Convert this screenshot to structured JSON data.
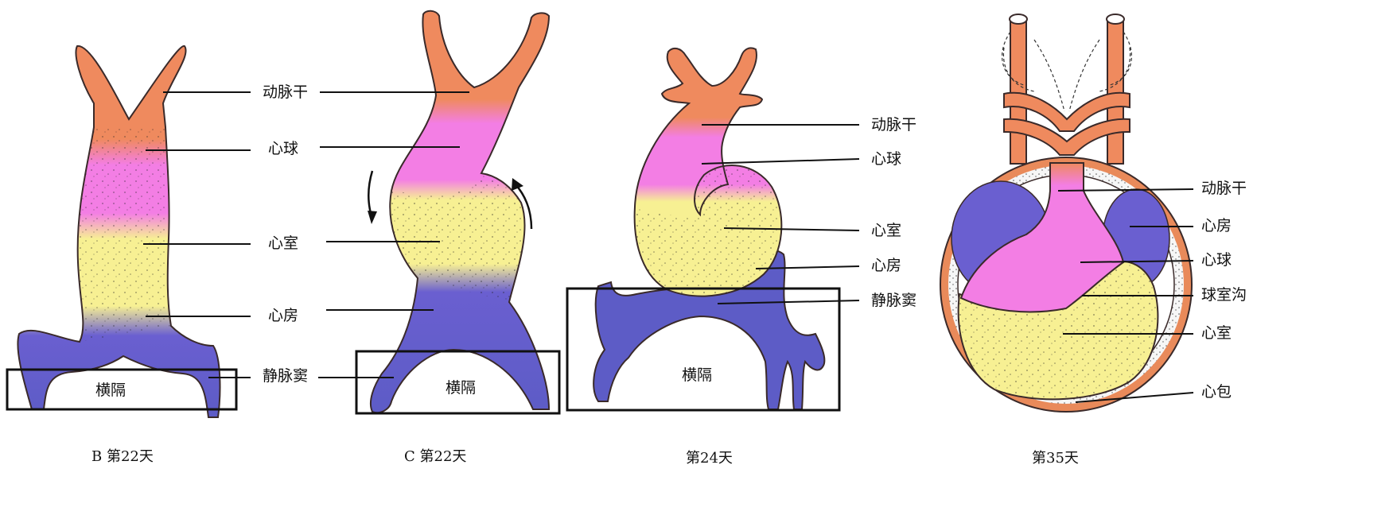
{
  "stages": [
    {
      "caption": "B 第22天",
      "labels": [
        "动脉干",
        "心球",
        "心室",
        "心房",
        "静脉窦"
      ],
      "box_label": "横隔"
    },
    {
      "caption": "C 第22天",
      "labels": [],
      "box_label": "横隔"
    },
    {
      "caption": "第24天",
      "labels": [
        "动脉干",
        "心球",
        "心室",
        "心房",
        "静脉窦"
      ],
      "box_label": "横隔"
    },
    {
      "caption": "第35天",
      "labels": [
        "动脉干",
        "心房",
        "心球",
        "球室沟",
        "心室",
        "心包"
      ]
    }
  ],
  "colors": {
    "truncus": "#ef8a5e",
    "bulbus": "#f37ee4",
    "ventricle": "#f7f093",
    "atrium": "#6a5fd0",
    "sinus": "#5d5cc6",
    "pericardium": "#e98a5a",
    "line": "#111111"
  }
}
